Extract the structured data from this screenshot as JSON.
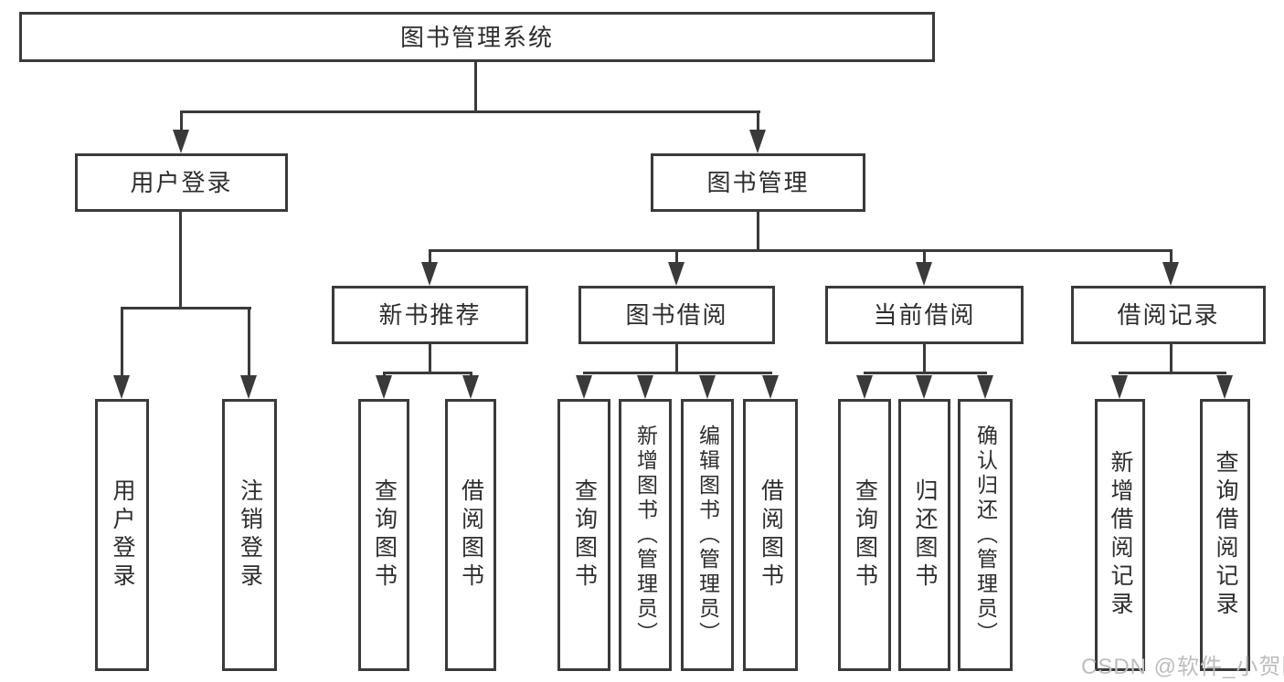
{
  "diagram": {
    "type": "hierarchy-tree",
    "root": {
      "label": "图书管理系统"
    },
    "level2": {
      "user_login": {
        "label": "用户登录"
      },
      "book_management": {
        "label": "图书管理"
      }
    },
    "level3": {
      "new_book_recommend": {
        "label": "新书推荐"
      },
      "book_borrow": {
        "label": "图书借阅"
      },
      "current_borrow": {
        "label": "当前借阅"
      },
      "borrow_record": {
        "label": "借阅记录"
      }
    },
    "leaves": {
      "user_login": {
        "label": "用户登录",
        "parent": "用户登录"
      },
      "logout": {
        "label": "注销登录",
        "parent": "用户登录"
      },
      "nb_query": {
        "label": "查询图书",
        "parent": "新书推荐"
      },
      "nb_borrow": {
        "label": "借阅图书",
        "parent": "新书推荐"
      },
      "bb_query": {
        "label": "查询图书",
        "parent": "图书借阅"
      },
      "bb_add": {
        "label": "新增图书（管理员）",
        "parent": "图书借阅"
      },
      "bb_edit": {
        "label": "编辑图书（管理员）",
        "parent": "图书借阅"
      },
      "bb_borrow": {
        "label": "借阅图书",
        "parent": "图书借阅"
      },
      "cb_query": {
        "label": "查询图书",
        "parent": "当前借阅"
      },
      "cb_return": {
        "label": "归还图书",
        "parent": "当前借阅"
      },
      "cb_confirm": {
        "label": "确认归还（管理员）",
        "parent": "当前借阅"
      },
      "br_add": {
        "label": "新增借阅记录",
        "parent": "借阅记录"
      },
      "br_query": {
        "label": "查询借阅记录",
        "parent": "借阅记录"
      }
    }
  },
  "watermark": {
    "text": "CSDN @软件_小贺同学",
    "color": "#bdbdbd"
  },
  "colors": {
    "line": "#3a3a3a",
    "text": "#2d2d2d",
    "background": "#ffffff"
  }
}
